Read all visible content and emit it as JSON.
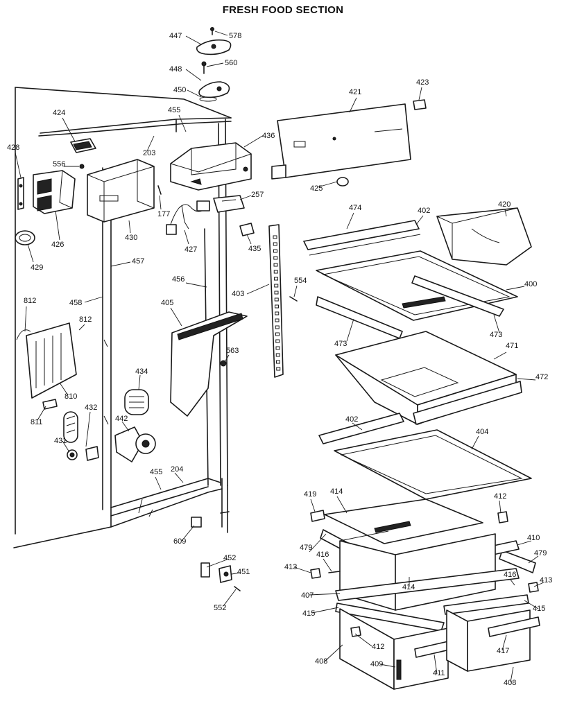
{
  "title": "FRESH FOOD SECTION",
  "labels": [
    {
      "id": "447",
      "text": "447"
    },
    {
      "id": "578",
      "text": "578"
    },
    {
      "id": "448",
      "text": "448"
    },
    {
      "id": "560",
      "text": "560"
    },
    {
      "id": "450",
      "text": "450"
    },
    {
      "id": "421",
      "text": "421"
    },
    {
      "id": "423",
      "text": "423"
    },
    {
      "id": "424",
      "text": "424"
    },
    {
      "id": "455a",
      "text": "455"
    },
    {
      "id": "436",
      "text": "436"
    },
    {
      "id": "428",
      "text": "428"
    },
    {
      "id": "203",
      "text": "203"
    },
    {
      "id": "556",
      "text": "556"
    },
    {
      "id": "425",
      "text": "425"
    },
    {
      "id": "257",
      "text": "257"
    },
    {
      "id": "420",
      "text": "420"
    },
    {
      "id": "177",
      "text": "177"
    },
    {
      "id": "474",
      "text": "474"
    },
    {
      "id": "402a",
      "text": "402"
    },
    {
      "id": "426",
      "text": "426"
    },
    {
      "id": "430",
      "text": "430"
    },
    {
      "id": "427",
      "text": "427"
    },
    {
      "id": "435",
      "text": "435"
    },
    {
      "id": "429",
      "text": "429"
    },
    {
      "id": "457",
      "text": "457"
    },
    {
      "id": "456",
      "text": "456"
    },
    {
      "id": "554",
      "text": "554"
    },
    {
      "id": "400",
      "text": "400"
    },
    {
      "id": "403",
      "text": "403"
    },
    {
      "id": "812a",
      "text": "812"
    },
    {
      "id": "458",
      "text": "458"
    },
    {
      "id": "405",
      "text": "405"
    },
    {
      "id": "812b",
      "text": "812"
    },
    {
      "id": "473a",
      "text": "473"
    },
    {
      "id": "473b",
      "text": "473"
    },
    {
      "id": "471",
      "text": "471"
    },
    {
      "id": "563",
      "text": "563"
    },
    {
      "id": "434",
      "text": "434"
    },
    {
      "id": "472",
      "text": "472"
    },
    {
      "id": "810",
      "text": "810"
    },
    {
      "id": "432",
      "text": "432"
    },
    {
      "id": "811",
      "text": "811"
    },
    {
      "id": "442",
      "text": "442"
    },
    {
      "id": "402b",
      "text": "402"
    },
    {
      "id": "404",
      "text": "404"
    },
    {
      "id": "431",
      "text": "431"
    },
    {
      "id": "455b",
      "text": "455"
    },
    {
      "id": "204",
      "text": "204"
    },
    {
      "id": "419",
      "text": "419"
    },
    {
      "id": "414a",
      "text": "414"
    },
    {
      "id": "412a",
      "text": "412"
    },
    {
      "id": "609",
      "text": "609"
    },
    {
      "id": "410",
      "text": "410"
    },
    {
      "id": "479a",
      "text": "479"
    },
    {
      "id": "479b",
      "text": "479"
    },
    {
      "id": "452",
      "text": "452"
    },
    {
      "id": "416a",
      "text": "416"
    },
    {
      "id": "413a",
      "text": "413"
    },
    {
      "id": "451",
      "text": "451"
    },
    {
      "id": "416b",
      "text": "416"
    },
    {
      "id": "414b",
      "text": "414"
    },
    {
      "id": "413b",
      "text": "413"
    },
    {
      "id": "407",
      "text": "407"
    },
    {
      "id": "552",
      "text": "552"
    },
    {
      "id": "415a",
      "text": "415"
    },
    {
      "id": "415b",
      "text": "415"
    },
    {
      "id": "412b",
      "text": "412"
    },
    {
      "id": "417",
      "text": "417"
    },
    {
      "id": "408a",
      "text": "408"
    },
    {
      "id": "409",
      "text": "409"
    },
    {
      "id": "411",
      "text": "411"
    },
    {
      "id": "408b",
      "text": "408"
    }
  ]
}
